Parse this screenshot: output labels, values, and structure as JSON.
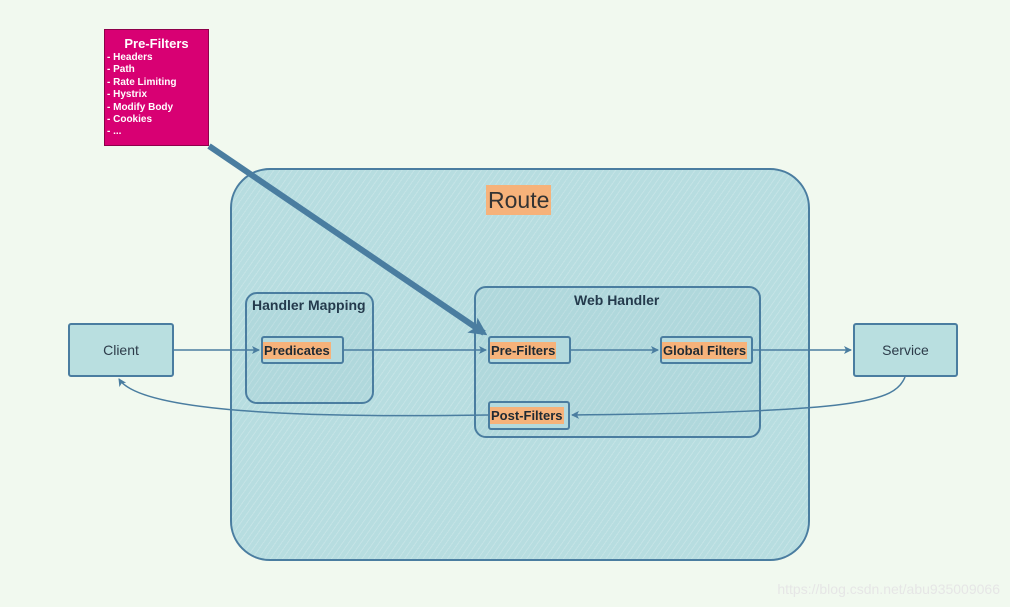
{
  "route": {
    "label": "Route"
  },
  "handler_mapping": {
    "title": "Handler Mapping",
    "predicates": "Predicates"
  },
  "web_handler": {
    "title": "Web Handler",
    "pre_filters": "Pre-Filters",
    "global_filters": "Global Filters",
    "post_filters": "Post-Filters"
  },
  "client": "Client",
  "service": "Service",
  "note": {
    "title": "Pre-Filters",
    "items": [
      "- Headers",
      "- Path",
      "- Rate Limiting",
      "- Hystrix",
      "- Modify Body",
      "- Cookies",
      "- ..."
    ]
  },
  "watermark": "https://blog.csdn.net/abu935009066",
  "colors": {
    "background": "#f1f9ef",
    "box_fill": "#b7dde0",
    "stroke": "#4a7da0",
    "label_highlight": "#f6b27a",
    "note_fill": "#d80073"
  }
}
